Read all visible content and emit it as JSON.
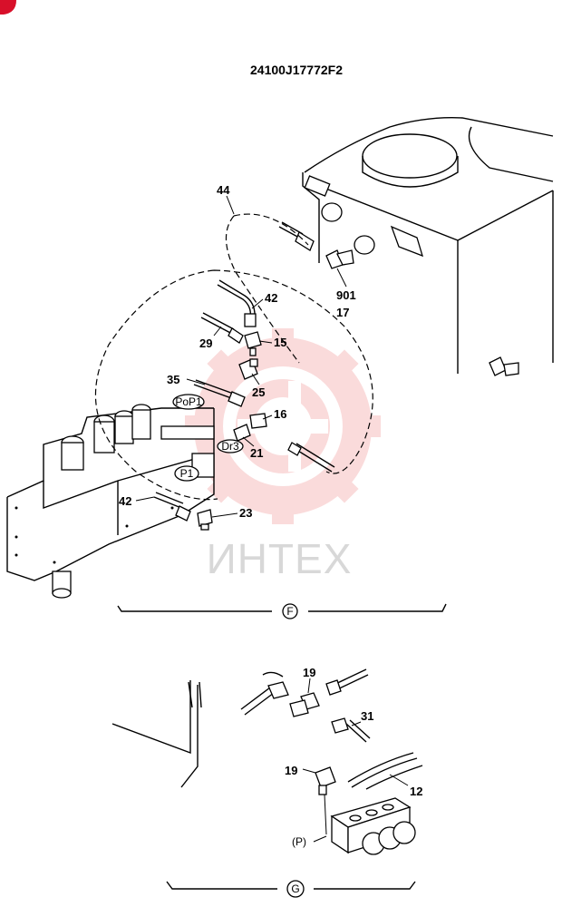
{
  "header": {
    "drawing_number": "24100J17772F2"
  },
  "watermark": {
    "text": "ИНТЕХ",
    "color": "#f08080"
  },
  "view_f": {
    "marker": "F",
    "callouts": [
      "44",
      "42",
      "29",
      "15",
      "35",
      "25",
      "16",
      "21",
      "42",
      "23",
      "901",
      "17"
    ],
    "port_labels": [
      "PoP1",
      "Dr3",
      "P1"
    ]
  },
  "view_g": {
    "marker": "G",
    "callouts": [
      "19",
      "31",
      "19",
      "12"
    ],
    "port_label": "(P)"
  }
}
